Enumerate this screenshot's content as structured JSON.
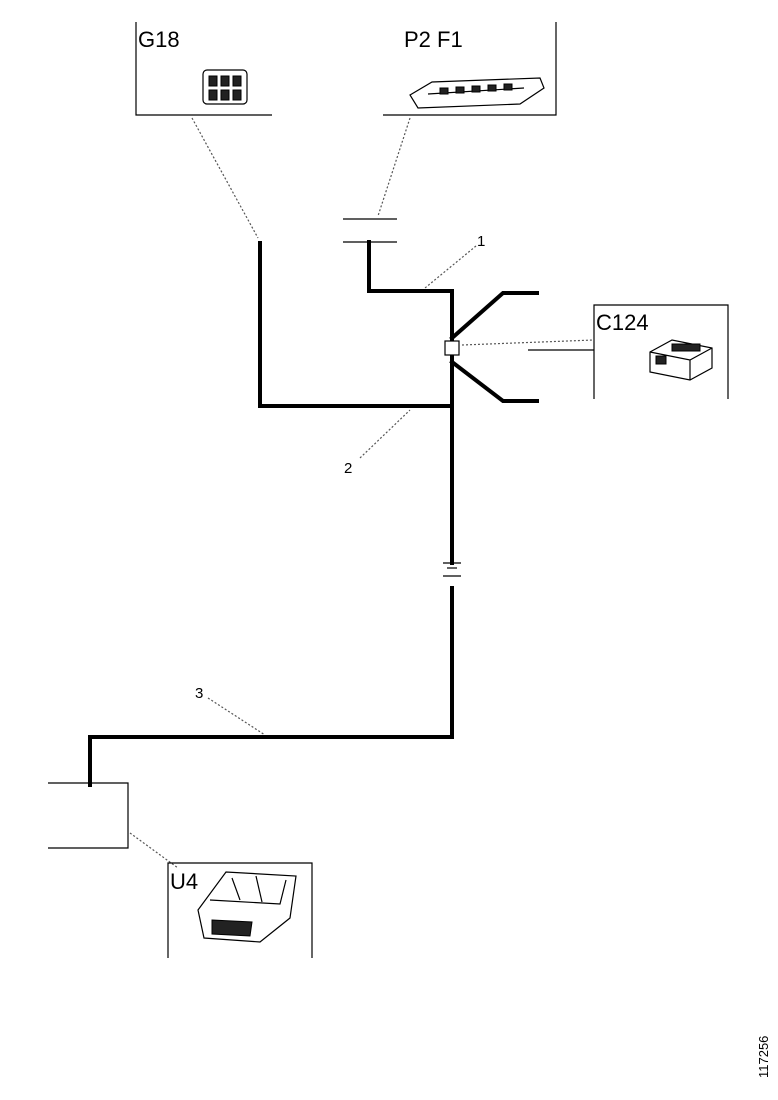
{
  "components": {
    "g18": {
      "label": "G18",
      "icon": "relay-connector-icon"
    },
    "p2_f1": {
      "label": "P2  F1",
      "icon": "fuse-box-icon"
    },
    "c124": {
      "label": "C124",
      "icon": "connector-block-icon"
    },
    "u4": {
      "label": "U4",
      "icon": "control-unit-icon"
    }
  },
  "wire_callouts": [
    "1",
    "2",
    "3"
  ],
  "reference_number": "117256"
}
